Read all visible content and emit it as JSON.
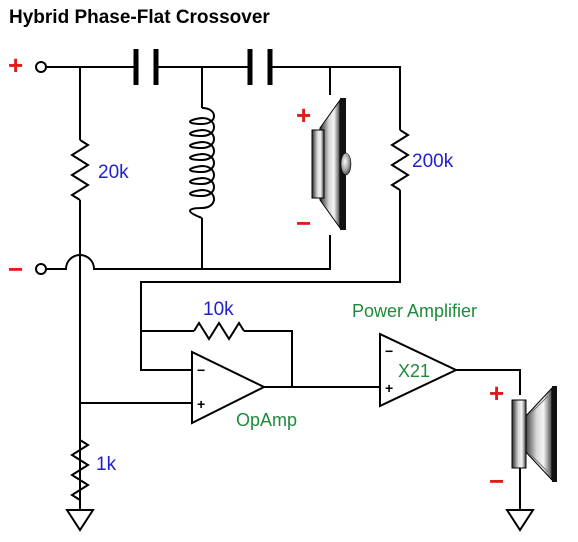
{
  "title": "Hybrid Phase-Flat Crossover",
  "labels": {
    "plus": "+",
    "minus": "−",
    "r_20k": "20k",
    "r_200k": "200k",
    "r_10k": "10k",
    "r_1k": "1k",
    "power_amp": "Power Amplifier",
    "opamp": "OpAmp",
    "gain": "X21",
    "pin_minus": "−",
    "pin_plus": "+"
  }
}
